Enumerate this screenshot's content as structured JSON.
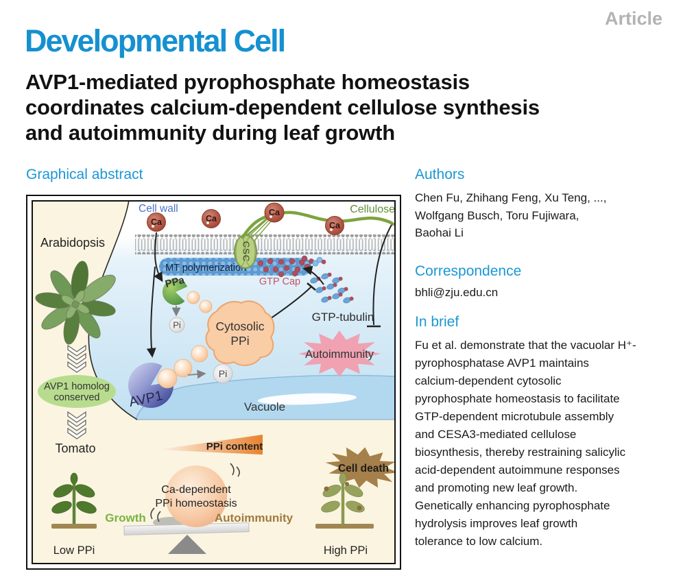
{
  "page": {
    "article_label": "Article",
    "journal": "Developmental Cell",
    "title": "AVP1-mediated pyrophosphate homeostasis\ncoordinates calcium-dependent cellulose synthesis\nand autoimmunity during leaf growth",
    "graphical_abstract_heading": "Graphical abstract"
  },
  "authors_panel": {
    "heading": "Authors",
    "names": "Chen Fu, Zhihang Feng, Xu Teng, ...,\nWolfgang Busch, Toru Fujiwara,\nBaohai Li"
  },
  "correspondence": {
    "heading": "Correspondence",
    "email": "bhli@zju.edu.cn"
  },
  "in_brief": {
    "heading": "In brief",
    "text": "Fu et al. demonstrate that the vacuolar H⁺-\npyrophosphatase AVP1 maintains\ncalcium-dependent cytosolic\npyrophosphate homeostasis to facilitate\nGTP-dependent microtubule assembly\nand CESA3-mediated cellulose\nbiosynthesis, thereby restraining salicylic\nacid-dependent autoimmune responses\nand promoting new leaf growth.\nGenetically enhancing pyrophosphate\nhydrolysis improves leaf growth\ntolerance to low calcium."
  },
  "abstract": {
    "cell_wall": "Cell wall",
    "cellulose": "Cellulose",
    "ca": "Ca",
    "csc": "CSC",
    "mt_polymerization": "MT polymerization",
    "gtp_cap": "GTP Cap",
    "ppa": "PPa",
    "pi": "Pi",
    "cytosolic_line1": "Cytosolic",
    "cytosolic_line2": "PPi",
    "gtp_tubulin": "GTP-tubulin",
    "autoimmunity": "Autoimmunity",
    "avp1": "AVP1",
    "vacuole": "Vacuole",
    "arabidopsis": "Arabidopsis",
    "homolog_line1": "AVP1 homolog",
    "homolog_line2": "conserved",
    "tomato": "Tomato",
    "ppi_content": "PPi content",
    "balance_line1": "Ca-dependent",
    "balance_line2": "PPi homeostasis",
    "growth": "Growth",
    "autoimmunity_balance": "Autoimmunity",
    "cell_death": "Cell death",
    "low_ppi": "Low PPi",
    "high_ppi": "High PPi"
  },
  "colors": {
    "journal_blue": "#1590d0",
    "heading_blue": "#1b97d5",
    "article_gray": "#b3b3b3",
    "abstract_cream": "#fbf4e0",
    "cell_blue": "#cfe7f5",
    "vacuole_blue": "#b2d8f0",
    "autoimmunity_pink": "#f0a2b2",
    "cell_death_brown": "#a5804a",
    "growth_green": "#79b342",
    "autoimmunity_text_brown": "#a1793f",
    "ppi_gradient_orange": "#e8822f",
    "calcium_red": "#b05a4c",
    "membrane_gray": "#9c9c9c"
  }
}
